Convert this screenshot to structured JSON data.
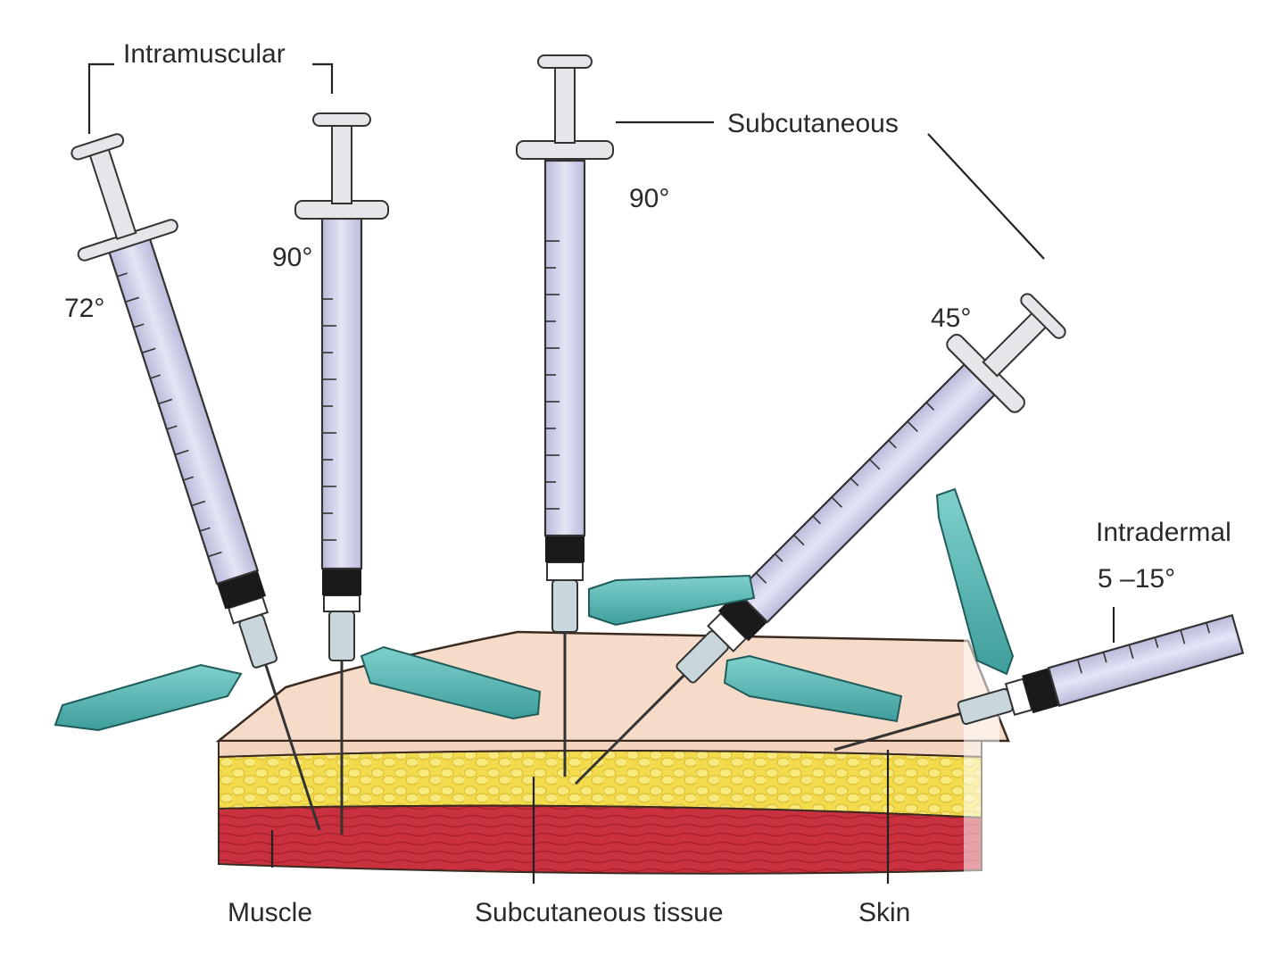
{
  "labels": {
    "intramuscular": "Intramuscular",
    "subcutaneous": "Subcutaneous",
    "intradermal": "Intradermal",
    "muscle": "Muscle",
    "subcutaneous_tissue": "Subcutaneous tissue",
    "skin": "Skin"
  },
  "angles": {
    "im_left": "72°",
    "im_right": "90°",
    "subq_vertical": "90°",
    "subq_angled": "45°",
    "intradermal": "5 –15°"
  },
  "colors": {
    "skin": "#f6dcc8",
    "fat": "#f0d84a",
    "muscle": "#c6313c",
    "barrel": "#d6d7ec",
    "needle_cap": "#5fb9b6",
    "plunger_seal": "#1a1a1a"
  }
}
